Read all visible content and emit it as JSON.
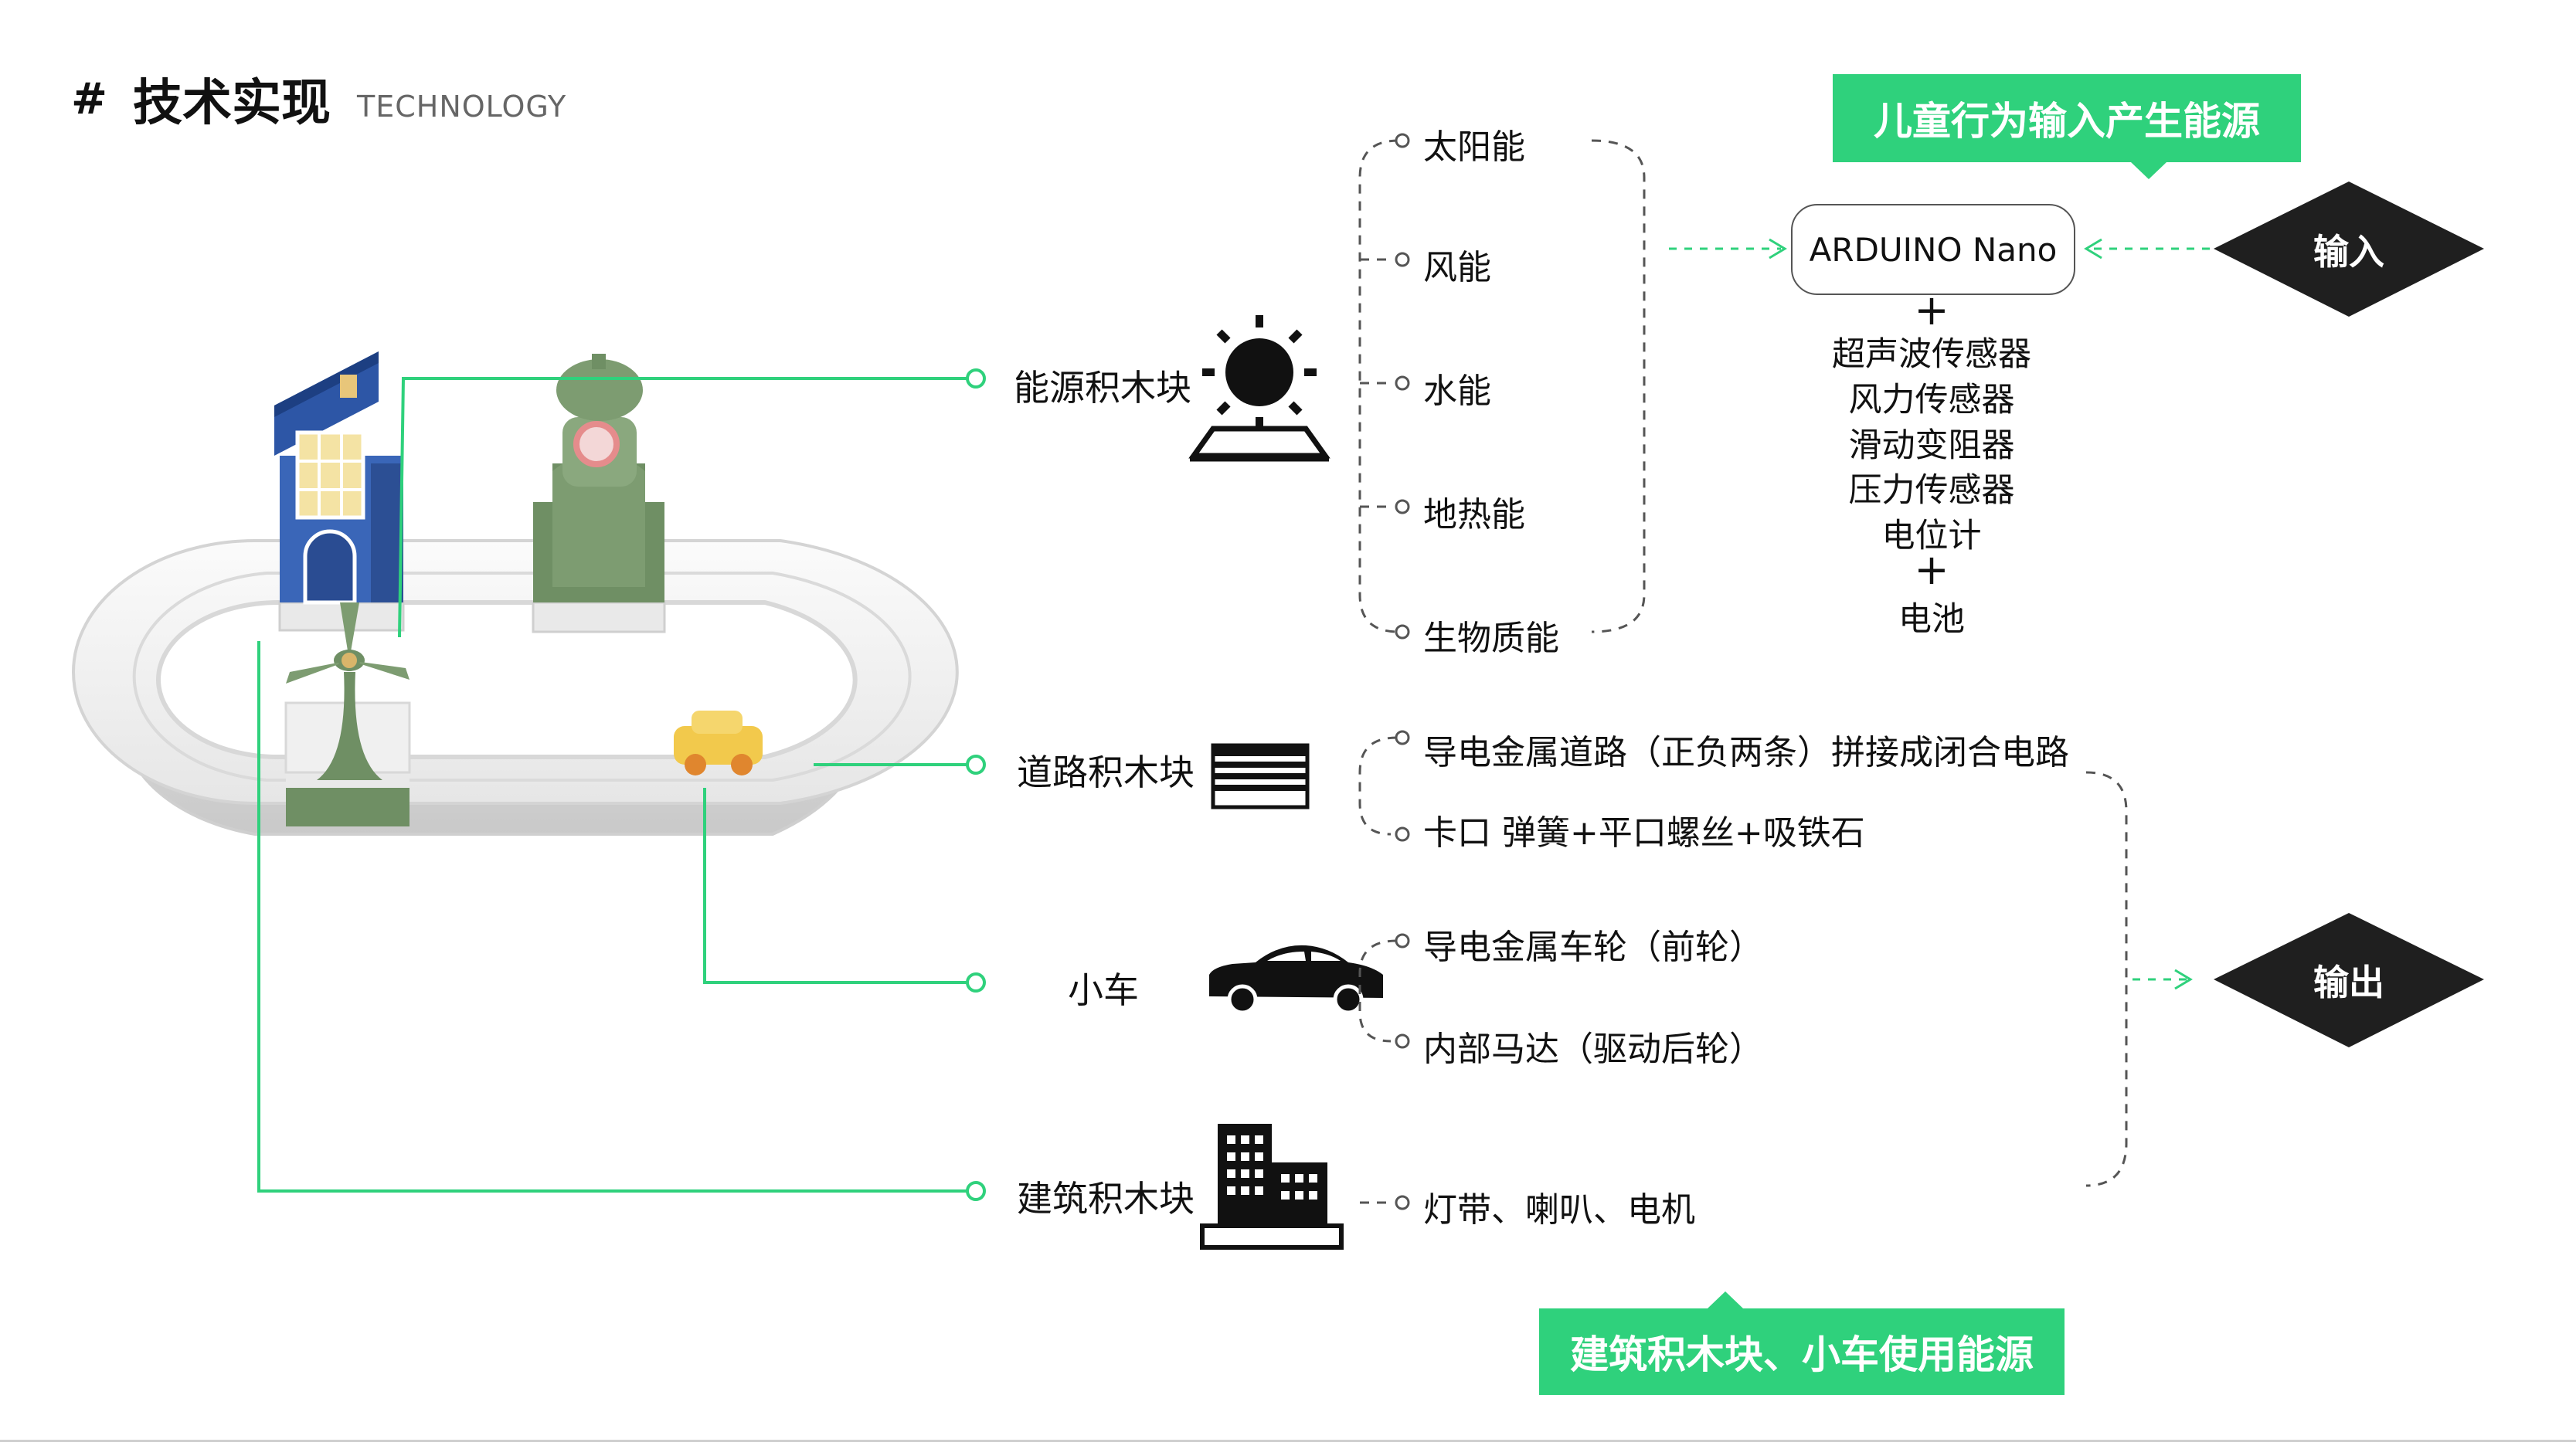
{
  "header": {
    "hash": "#",
    "title": "技术实现",
    "subtitle": "TECHNOLOGY"
  },
  "blocks": {
    "energy": "能源积木块",
    "road": "道路积木块",
    "car": "小车",
    "building": "建筑积木块"
  },
  "energy_sources": [
    "太阳能",
    "风能",
    "水能",
    "地热能",
    "生物质能"
  ],
  "road_items": [
    "导电金属道路（正负两条）拼接成闭合电路",
    "卡口  弹簧+平口螺丝+吸铁石"
  ],
  "car_items": [
    "导电金属车轮（前轮）",
    "内部马达（驱动后轮）"
  ],
  "building_items": [
    "灯带、喇叭、电机"
  ],
  "controller": {
    "name": "ARDUINO Nano",
    "plus": "+",
    "sensors": [
      "超声波传感器",
      "风力传感器",
      "滑动变阻器",
      "压力传感器",
      "电位计"
    ],
    "plus2": "+",
    "battery": "电池"
  },
  "callouts": {
    "top": "儿童行为输入产生能源",
    "bottom": "建筑积木块、小车使用能源"
  },
  "diamonds": {
    "input": "输入",
    "output": "输出"
  },
  "colors": {
    "accent_green": "#2fd17c",
    "diamond": "#1f1f1f",
    "model_green": "#6f8f64",
    "model_blue": "#2f5aa8"
  }
}
